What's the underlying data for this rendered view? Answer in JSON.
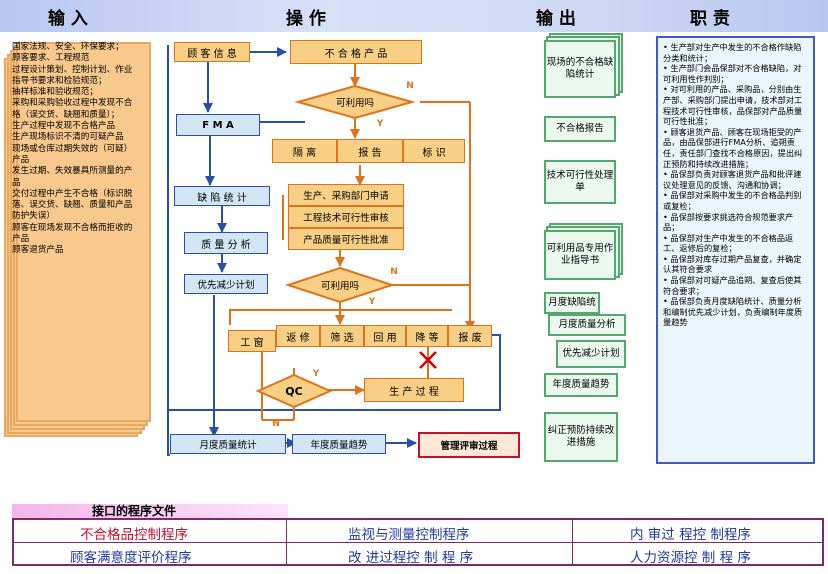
{
  "header": {
    "input": "输    入",
    "operation": "操          作",
    "output": "输    出",
    "duty": "职      责"
  },
  "inputs": [
    "国家法规、安全、环保要求；",
    "顾客要求、工程规范",
    "过程设计策划、控制计划、作业指导书要求和检验规范；",
    "抽样标准和验收规范；",
    "采购和采购验收过程中发现不合格（误交货、缺翘和质量）；",
    "生产过程中发现不合格产品",
    "生产现场标识不清的可疑产品",
    "现场或仓库过期失效的（可疑）产品",
    "发生过期、失效暴具所测量的产品",
    "交付过程中产生不合格（标识脱落、误交货、缺翘、质量和产品防护失误）",
    "顾客在现场发现不合格而拒收的产品",
    "顾客退货产品"
  ],
  "flow": {
    "customer_info": "顾 客 信 息",
    "nonconforming": "不 合 格 产 品",
    "usable_q1": "可利用吗",
    "fma": "F M A",
    "isolate": "隔    离",
    "report": "报    告",
    "mark": "标    识",
    "defect_stats": "缺 陷 统 计",
    "dept_request": "生产、采购部门申请",
    "tech_review": "工程技术可行性审核",
    "quality_approve": "产品质量可行性批准",
    "quality_analysis": "质 量 分 析",
    "priority_plan": "优先减少计划",
    "usable_q2": "可利用吗",
    "return_work": "返    修",
    "screen": "筛    选",
    "reuse": "回    用",
    "downgrade": "降    等",
    "scrap": "报    废",
    "rework": "工    窗",
    "qc": "QC",
    "production": "生    产    过    程",
    "monthly_stats": "月度质量统计",
    "yearly_trend": "年度质量趋势",
    "mgmt_review": "管理评审过程",
    "yes": "Y",
    "no": "N"
  },
  "outputs": [
    "现场的不合格缺陷统计",
    "不合格报告",
    "技术可行性处理单",
    "可利用品专用作业指导书",
    "月度缺陷统",
    "月度质量分析",
    "优先减少计划",
    "年度质量趋势",
    "纠正预防持续改进措施"
  ],
  "duties": [
    "生产部对生产中发生的不合格作缺陷分类和统计；",
    "生产部门会品保部对不合格缺陷，对可利用性作判别；",
    "对可利用的产品、采购品，分别由生产部、采购部门提出申请，技术部对工程技术可行性审核，品保部对产品质量可行性批准；",
    "顾客退货产品、顾客在现场拒受的产品，由品保部进行FMA分析、追朔责任，责任部门查找不合格原因，提出纠正预防和持续改进措施；",
    "品保部负责对顾客退货产品和批评建议处理意见的反馈、沟通和协调；",
    "品保部对采购中发生的不合格品判别或复检；",
    "品保部按要求挑选符合规范要求产品；",
    "品保部对生产中发生的不合格品返工、返修后的复检；",
    "品保部对库存过期产品复查，并确定认其符合要求",
    "品保部对可疑产品追朔、复查后使其符合要求；",
    "品保部负责月度缺陷统计、质量分析和编制优先减少计划，负责编制年度质量趋势"
  ],
  "interface": {
    "title": "接口的程序文件",
    "docs": [
      "不合格品控制程序",
      "监视与测量控制程序",
      "内 审过 程控 制程序",
      "顾客满意度评价程序",
      "改 进过程控 制 程 序",
      "人力资源控 制 程 序"
    ]
  },
  "colors": {
    "header": "#c3cef2",
    "input_fill": "#f7c98d",
    "flow_orange": "#f7cf85",
    "flow_blue": "#d2e6f6",
    "output_fill": "#eaf8ee",
    "duty_fill": "#eaf6fb",
    "doc_red": "#c8102e",
    "doc_blue": "#1f3a9e"
  }
}
